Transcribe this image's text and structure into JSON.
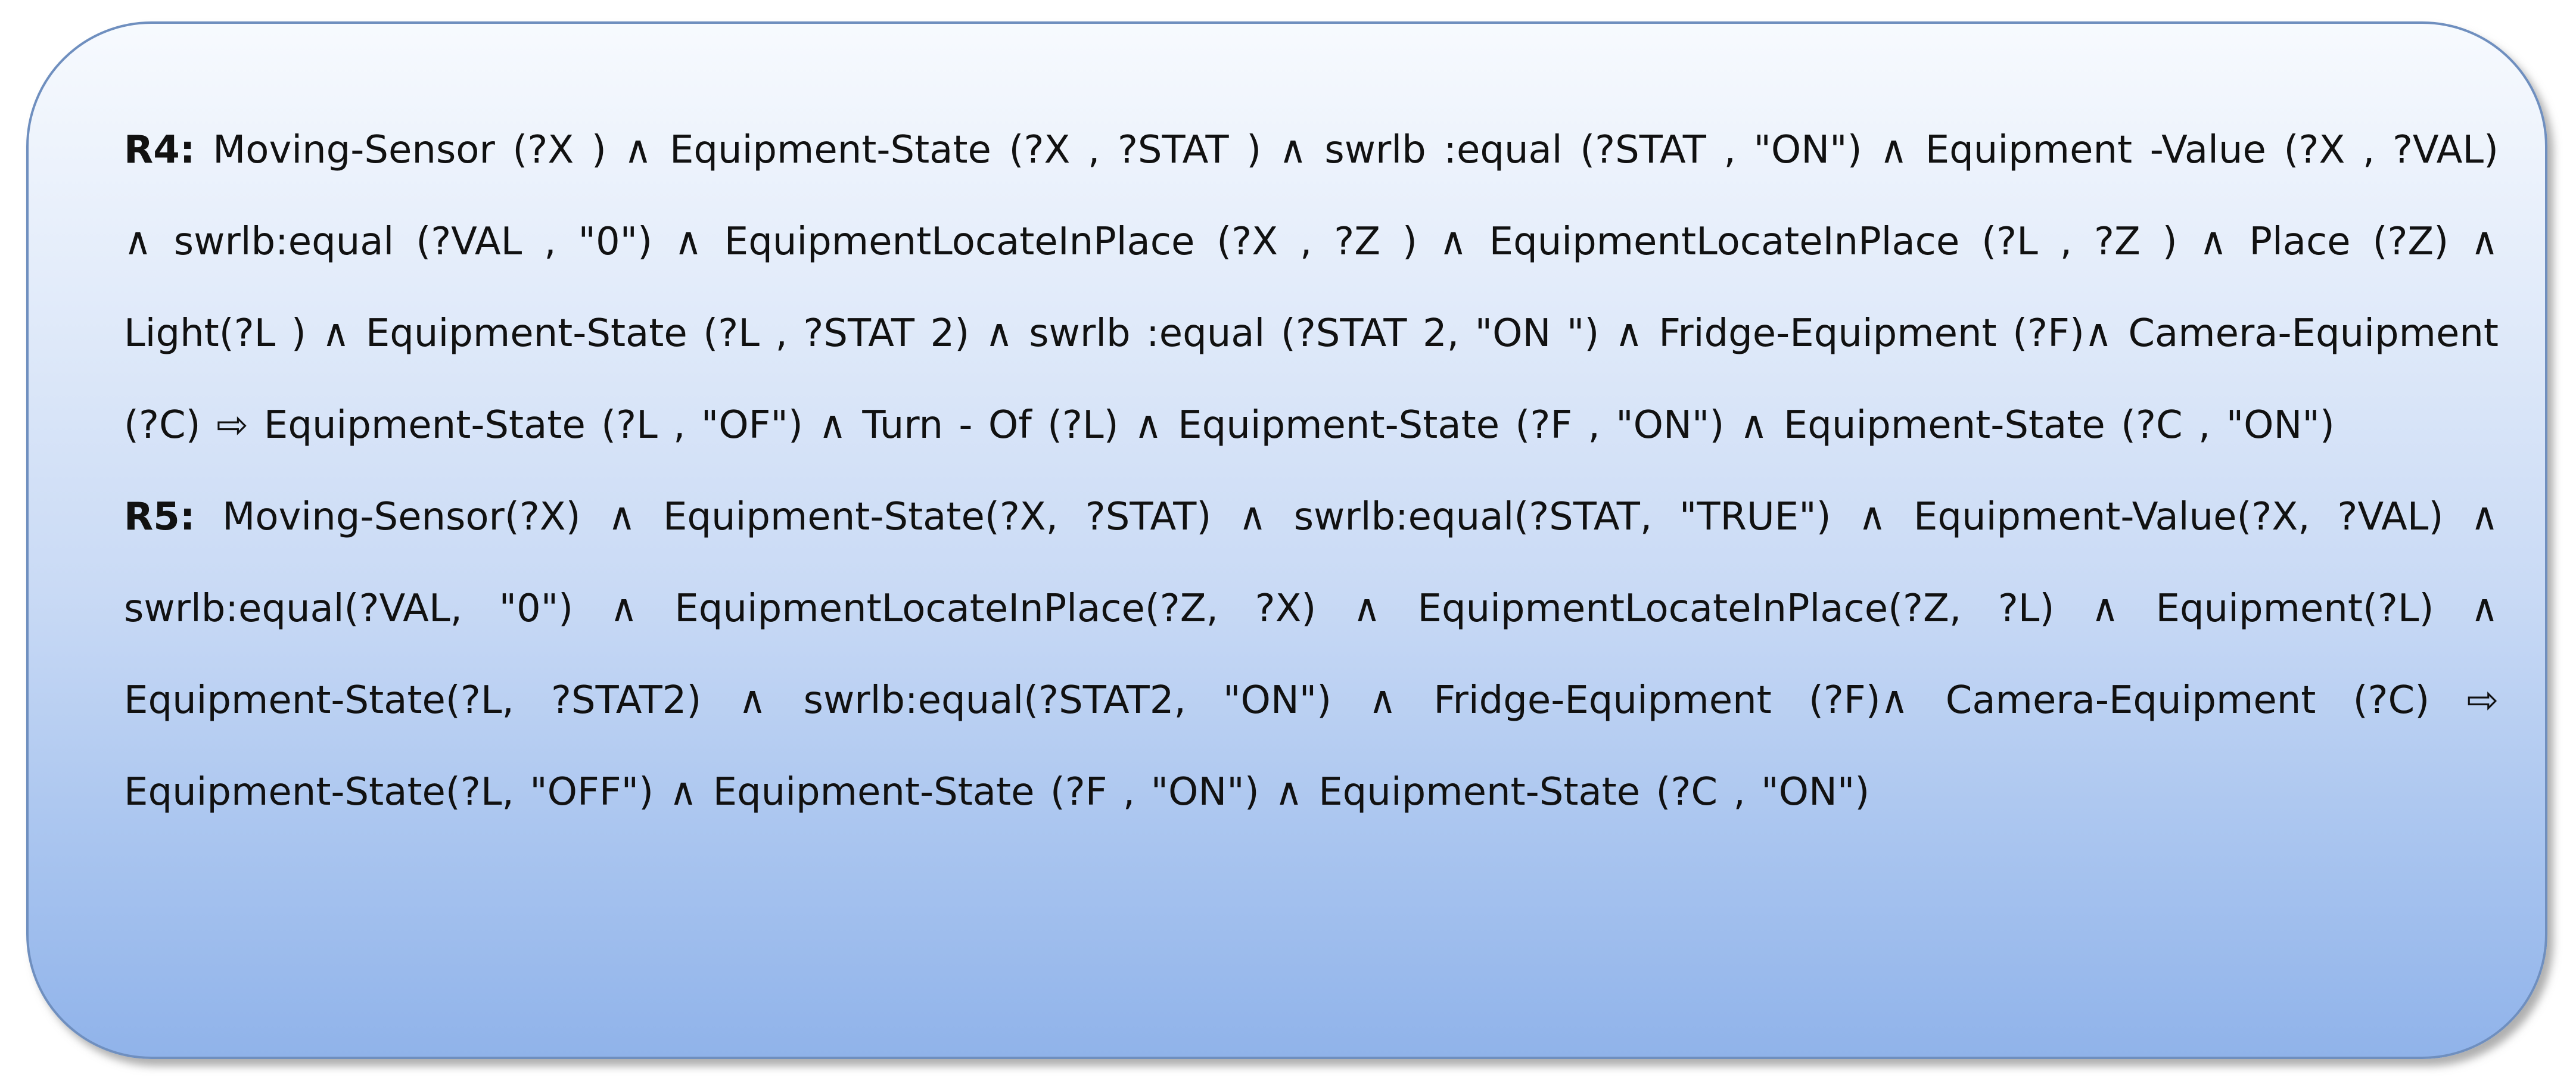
{
  "rules": [
    {
      "label": "R4:",
      "text": "Moving-Sensor (?X ) ∧ Equipment-State (?X , ?STAT ) ∧ swrlb :equal (?STAT , \"ON\") ∧ Equipment -Value (?X , ?VAL) ∧ swrlb:equal (?VAL , \"0\") ∧ EquipmentLocateInPlace (?X , ?Z ) ∧ EquipmentLocateInPlace (?L , ?Z ) ∧ Place (?Z) ∧ Light(?L ) ∧ Equipment-State (?L , ?STAT 2) ∧ swrlb :equal (?STAT 2, \"ON \") ∧ Fridge-Equipment (?F)∧ Camera-Equipment (?C) ⇨ Equipment-State (?L , \"OF\") ∧ Turn - Of (?L) ∧ Equipment-State (?F , \"ON\") ∧ Equipment-State (?C , \"ON\")"
    },
    {
      "label": "R5:",
      "text": "Moving-Sensor(?X) ∧ Equipment-State(?X, ?STAT) ∧ swrlb:equal(?STAT, \"TRUE\") ∧ Equipment-Value(?X, ?VAL) ∧ swrlb:equal(?VAL, \"0\") ∧ EquipmentLocateInPlace(?Z, ?X) ∧ EquipmentLocateInPlace(?Z, ?L) ∧ Equipment(?L) ∧ Equipment-State(?L, ?STAT2) ∧ swrlb:equal(?STAT2, \"ON\") ∧ Fridge-Equipment (?F)∧ Camera-Equipment (?C) ⇨ Equipment-State(?L, \"OFF\") ∧ Equipment-State (?F , \"ON\") ∧ Equipment-State (?C , \"ON\")"
    }
  ]
}
